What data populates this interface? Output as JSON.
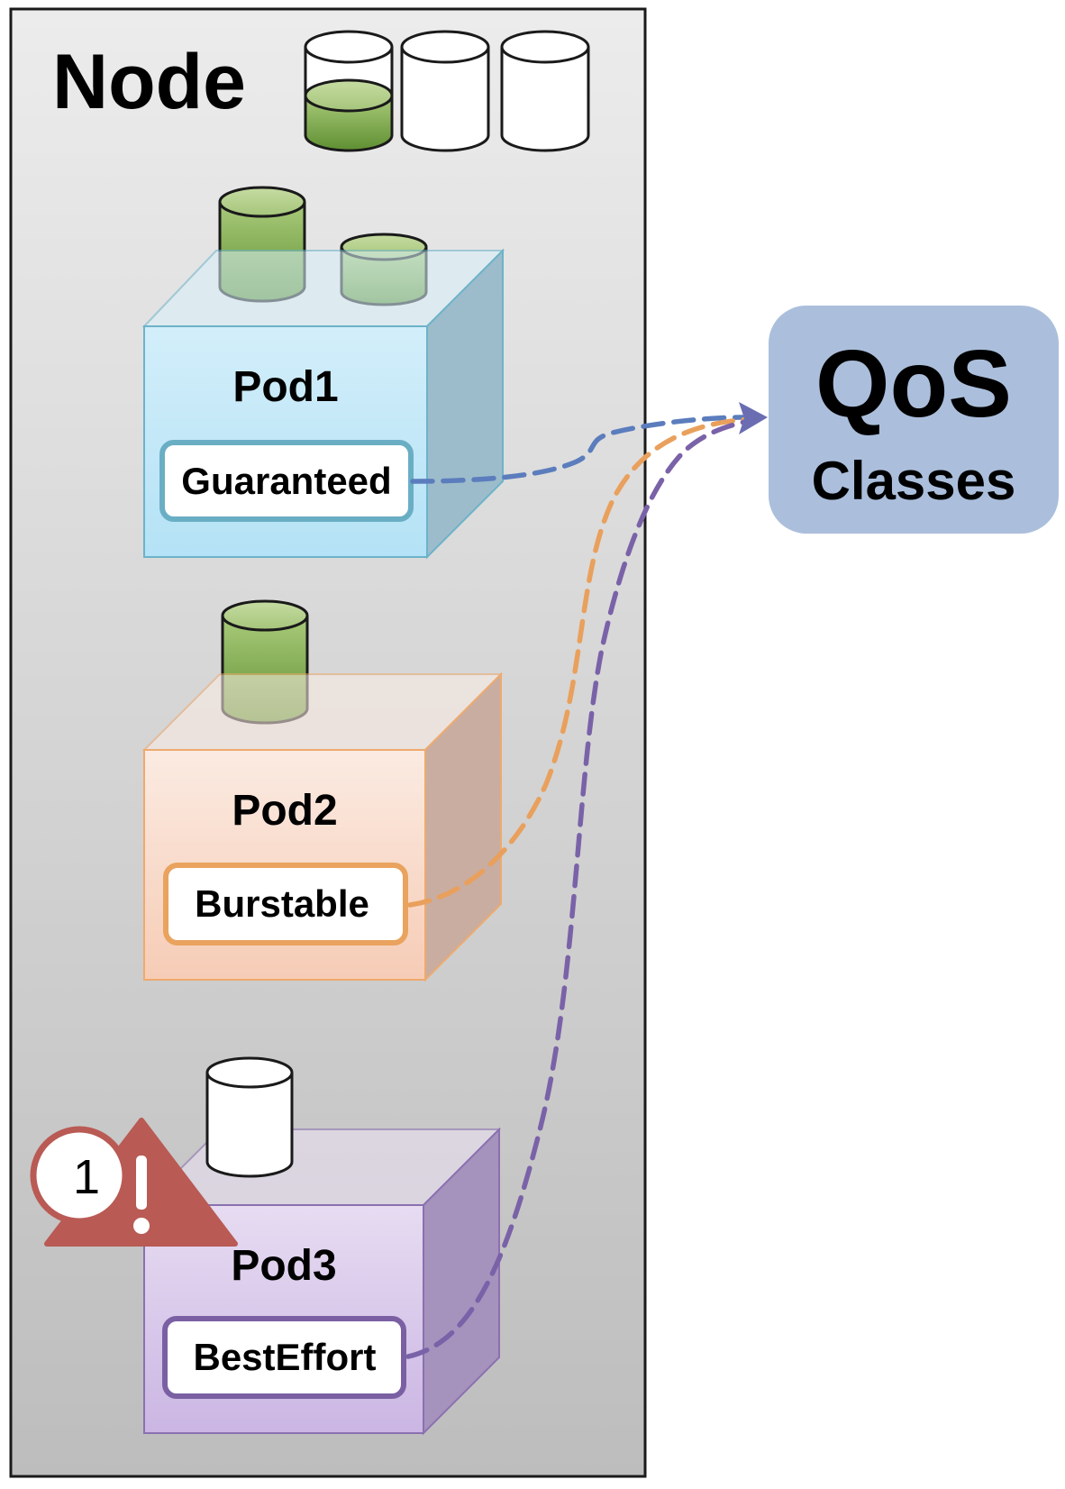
{
  "node": {
    "title": "Node"
  },
  "pods": [
    {
      "name": "Pod1",
      "qos": "Guaranteed",
      "theme": {
        "front": "#c6e9f8",
        "edge": "#6cb3c9",
        "label_border": "#6aaec4",
        "link": "#5b7dbd"
      }
    },
    {
      "name": "Pod2",
      "qos": "Burstable",
      "theme": {
        "front": "#fadacb",
        "edge": "#eeaa6e",
        "label_border": "#e9a35e",
        "link": "#e9a05c"
      }
    },
    {
      "name": "Pod3",
      "qos": "BestEffort",
      "theme": {
        "front": "#d9c8ea",
        "edge": "#8b70b0",
        "label_border": "#7a60a3",
        "link": "#7a62a8"
      }
    }
  ],
  "qos_box": {
    "title": "QoS",
    "subtitle": "Classes",
    "color": "#abbfdc"
  },
  "warning": {
    "count": "1",
    "color": "#b95a54"
  },
  "colors": {
    "resource_fill": "#8db45a",
    "resource_stroke": "#2b2b2b",
    "node_bg": "#d9d9d9"
  }
}
